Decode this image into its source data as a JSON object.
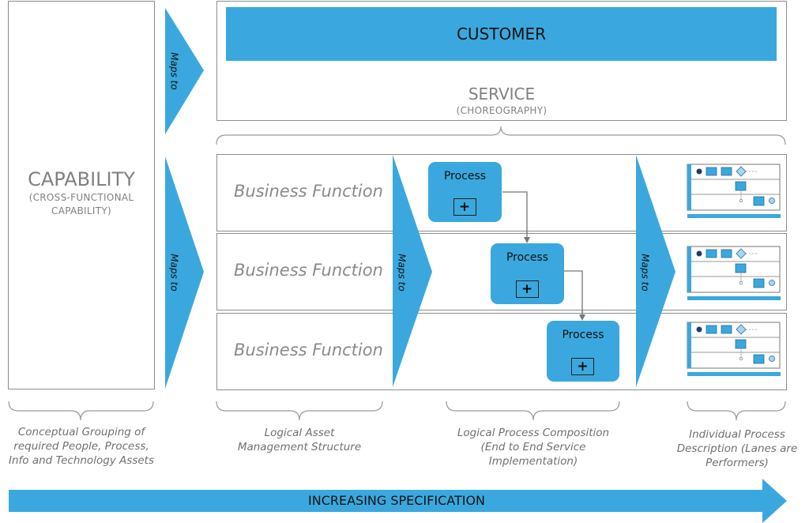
{
  "capability": {
    "title": "CAPABILITY",
    "subtitle_line1": "(CROSS-FUNCTIONAL",
    "subtitle_line2": "CAPABILITY)"
  },
  "service": {
    "customer": "CUSTOMER",
    "title": "SERVICE",
    "subtitle": "(CHOREOGRAPHY)"
  },
  "maps_to": "Maps to",
  "business_functions": [
    "Business Function",
    "Business Function",
    "Business Function"
  ],
  "processes": [
    {
      "label": "Process",
      "plus": "+"
    },
    {
      "label": "Process",
      "plus": "+"
    },
    {
      "label": "Process",
      "plus": "+"
    }
  ],
  "captions": {
    "capability": [
      "Conceptual Grouping of",
      "required People, Process,",
      "Info and Technology Assets"
    ],
    "asset": [
      "Logical Asset",
      "Management Structure"
    ],
    "process": [
      "Logical Process Composition",
      "(End to End Service",
      "Implementation)"
    ],
    "individual": [
      "Individual Process",
      "Description (Lanes are",
      "Performers)"
    ]
  },
  "spec_arrow": "INCREASING SPECIFICATION",
  "colors": {
    "accent": "#3aa8de",
    "border": "#8c8c8c",
    "text_gray": "#808080"
  }
}
